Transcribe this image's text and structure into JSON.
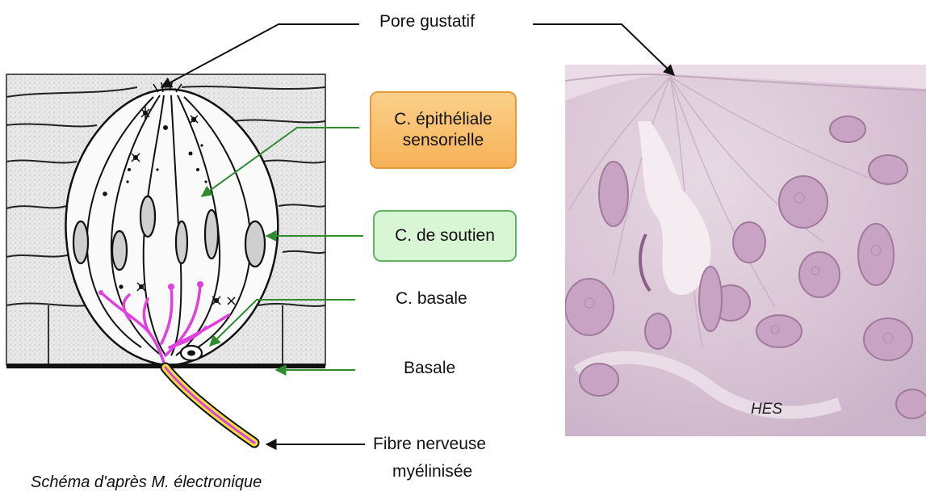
{
  "labels": {
    "pore_gustatif": "Pore gustatif",
    "c_epitheliale": "C. épithéliale\nsensorielle",
    "c_epitheliale_line1": "C. épithéliale",
    "c_epitheliale_line2": "sensorielle",
    "c_soutien": "C. de soutien",
    "c_basale": "C. basale",
    "basale": "Basale",
    "fibre_line1": "Fibre nerveuse",
    "fibre_line2": "myélinisée"
  },
  "caption": "Schéma d'après M. électronique",
  "histology_stain": "HES",
  "colors": {
    "sensory_box": "#f7b257",
    "support_box": "#d8f5d4",
    "arrow_green": "#2e8b2e",
    "nerve_magenta": "#e040e0",
    "nerve_yellow": "#f2e03a"
  }
}
